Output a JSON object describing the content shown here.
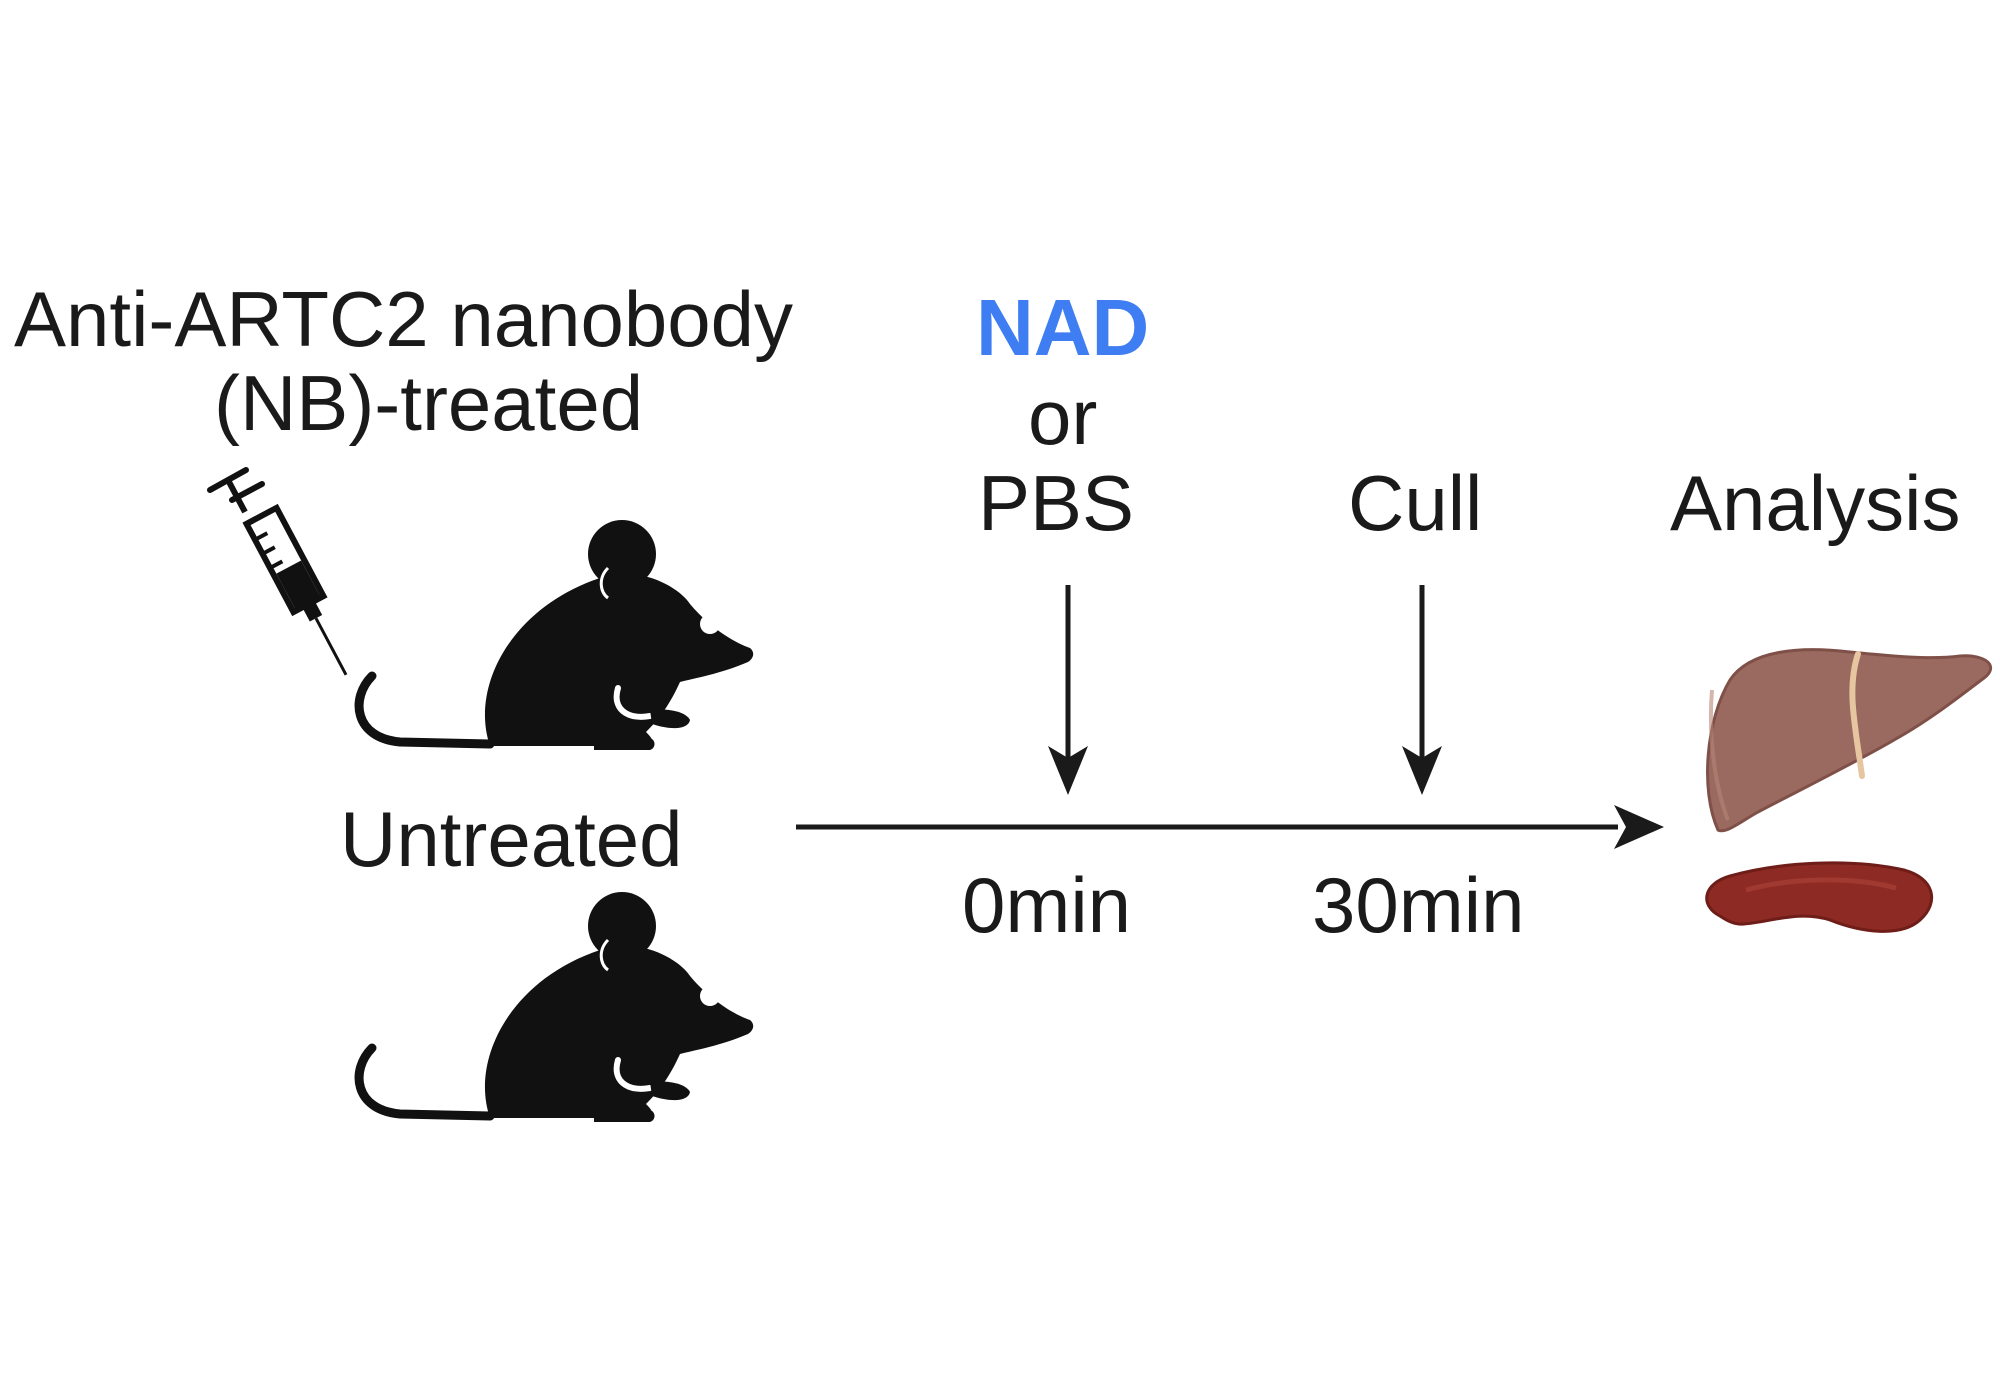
{
  "groups": {
    "treated_line1": "Anti-ARTC2 nanobody",
    "treated_line2": "(NB)-treated",
    "untreated": "Untreated"
  },
  "injection": {
    "agent": "NAD",
    "conjunction": "or",
    "control": "PBS",
    "time": "0min"
  },
  "cull": {
    "label": "Cull",
    "time": "30min"
  },
  "analysis": {
    "label": "Analysis"
  },
  "colors": {
    "text": "#1a1a1a",
    "nad_blue": "#3f7ef2",
    "mouse": "#111111",
    "liver": "#9a6a60",
    "liver_edge": "#7f5048",
    "liver_ligament": "#e6c6a0",
    "spleen": "#8c2a23",
    "spleen_edge": "#6e1d18"
  },
  "icons": [
    "syringe-icon",
    "mouse-icon",
    "liver-icon",
    "spleen-icon"
  ]
}
